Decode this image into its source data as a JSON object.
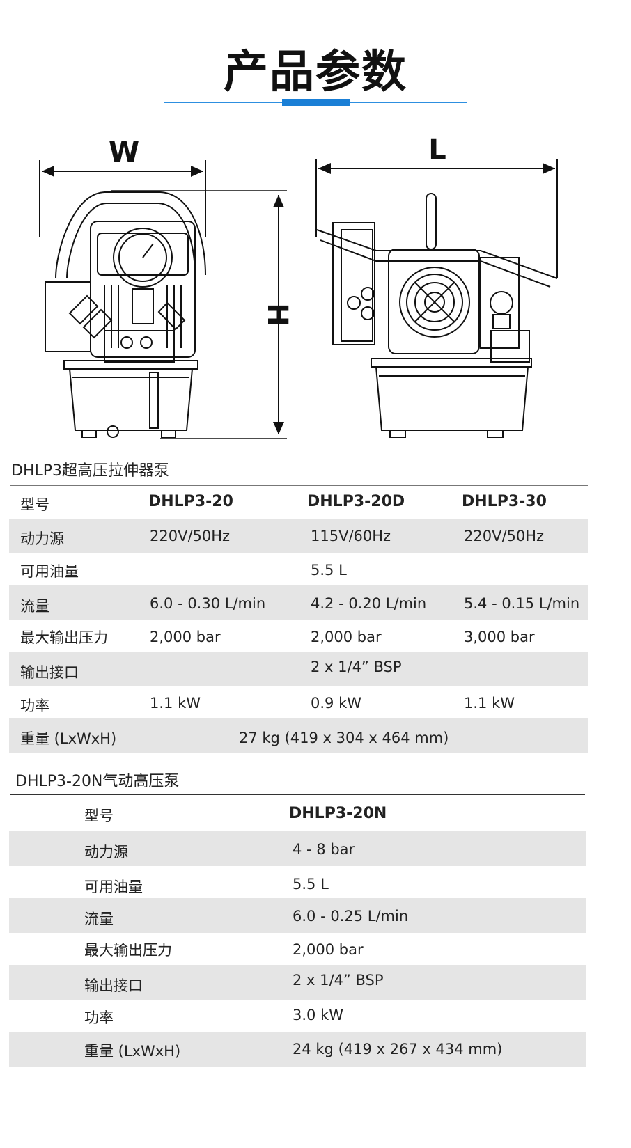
{
  "page": {
    "title": "产品参数",
    "accent_color": "#1a7fd6"
  },
  "diagram": {
    "dim_w": "W",
    "dim_h": "H",
    "dim_l": "L"
  },
  "table1": {
    "section_title": "DHLP3超高压拉伸器泵",
    "header": [
      "型号",
      "DHLP3-20",
      "DHLP3-20D",
      "DHLP3-30"
    ],
    "rows": [
      {
        "label": "动力源",
        "values": [
          "220V/50Hz",
          "115V/60Hz",
          "220V/50Hz"
        ]
      },
      {
        "label": "可用油量",
        "span": "5.5 L"
      },
      {
        "label": "流量",
        "values": [
          "6.0 - 0.30 L/min",
          "4.2 - 0.20 L/min",
          "5.4 - 0.15 L/min"
        ]
      },
      {
        "label": "最大输出压力",
        "values": [
          "2,000 bar",
          "2,000 bar",
          "3,000 bar"
        ]
      },
      {
        "label": "输出接口",
        "span": "2 x 1/4” BSP"
      },
      {
        "label": "功率",
        "values": [
          "1.1 kW",
          "0.9 kW",
          "1.1 kW"
        ]
      },
      {
        "label": "重量 (LxWxH)",
        "span": "27 kg (419 x 304 x 464 mm)"
      }
    ]
  },
  "table2": {
    "section_title": "DHLP3-20N气动高压泵",
    "header": [
      "型号",
      "DHLP3-20N"
    ],
    "rows": [
      {
        "label": "动力源",
        "value": "4 - 8 bar"
      },
      {
        "label": "可用油量",
        "value": "5.5 L"
      },
      {
        "label": "流量",
        "value": "6.0 - 0.25 L/min"
      },
      {
        "label": "最大输出压力",
        "value": "2,000 bar"
      },
      {
        "label": "输出接口",
        "value": "2 x 1/4” BSP"
      },
      {
        "label": "功率",
        "value": "3.0 kW"
      },
      {
        "label": "重量 (LxWxH)",
        "value": "24 kg (419 x 267 x 434 mm)"
      }
    ]
  }
}
